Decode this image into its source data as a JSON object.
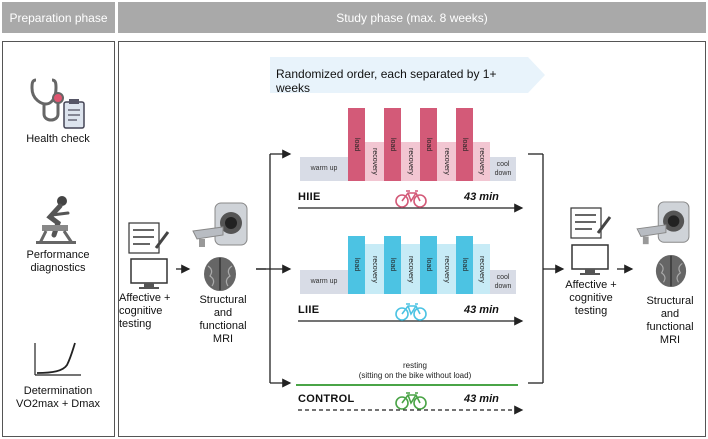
{
  "headers": {
    "preparation": "Preparation phase",
    "study": "Study phase (max. 8 weeks)"
  },
  "preparation_items": [
    {
      "label": "Health check",
      "icon": "stethoscope-clipboard-icon"
    },
    {
      "label": "Performance\ndiagnostics",
      "icon": "cyclist-icon"
    },
    {
      "label": "Determination\nVO2max + Dmax",
      "icon": "curve-graph-icon"
    }
  ],
  "randomized_banner": "Randomized order, each separated by 1+ weeks",
  "pre_tests": {
    "affective": "Affective +\ncognitive\ntesting",
    "mri": "Structural\nand\nfunctional\nMRI"
  },
  "post_tests": {
    "affective": "Affective +\ncognitive\ntesting",
    "mri": "Structural\nand\nfunctional\nMRI"
  },
  "phase_labels": {
    "warmup": "warm up",
    "load": "load",
    "recovery": "recovery",
    "cooldown": "cool\ndown"
  },
  "sessions": [
    {
      "name": "HIIE",
      "duration": "43 min",
      "color": "#d35a78",
      "light": "#f2c6d2"
    },
    {
      "name": "LIIE",
      "duration": "43 min",
      "color": "#4cc3e3",
      "light": "#c7ebf6"
    },
    {
      "name": "CONTROL",
      "duration": "43 min",
      "color": "#4aa447",
      "light": "#4aa447"
    }
  ],
  "control_note": "resting\n(sitting on the bike without load)",
  "colors": {
    "header_bg": "#a9a9a9",
    "warmup_bg": "#d8dce6",
    "arrow": "#222222",
    "banner_bg": "#e8f3fb"
  }
}
